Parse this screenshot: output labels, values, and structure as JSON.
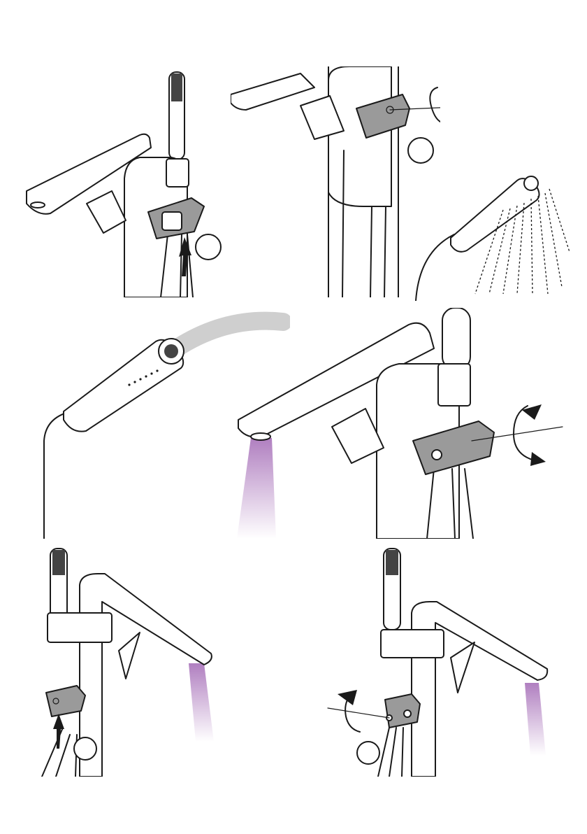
{
  "colors": {
    "outline": "#1a1a1a",
    "handle_grey": "#9a9a9a",
    "water_purple": "#b07fc0",
    "background": "#ffffff"
  },
  "steps": [
    {
      "id": "step-1",
      "action": "push-button-up",
      "icon": "up-arrow-icon"
    },
    {
      "id": "step-2",
      "action": "rotate-handle",
      "icon": "rotate-arrow-icon"
    },
    {
      "id": "step-3",
      "action": "hand-shower-spray",
      "icon": "spray-icon"
    },
    {
      "id": "step-4",
      "action": "hand-shower-swivel",
      "icon": "hose-icon"
    },
    {
      "id": "step-5",
      "action": "rotate-handle-spout-flow",
      "icon": "rotate-arrow-icon"
    },
    {
      "id": "step-6",
      "action": "push-button-side",
      "icon": "up-arrow-icon"
    },
    {
      "id": "step-7",
      "action": "rotate-knob",
      "icon": "rotate-arrow-icon"
    }
  ]
}
